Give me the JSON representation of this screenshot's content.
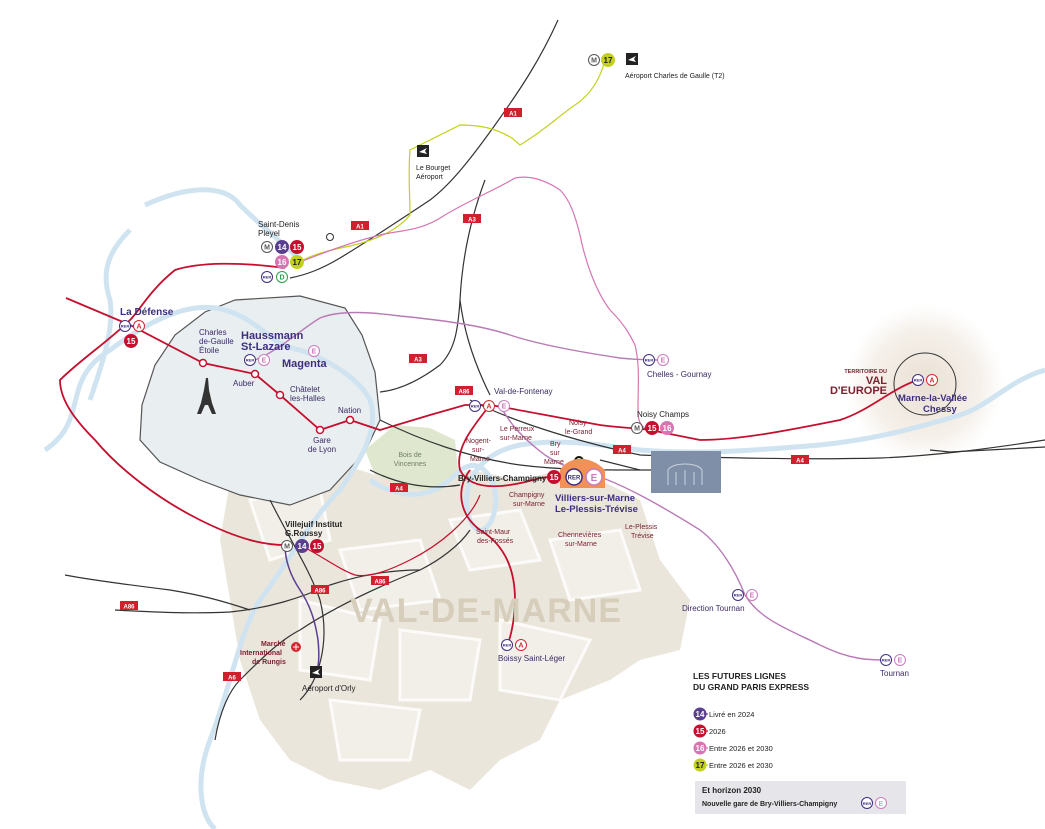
{
  "colors": {
    "line14": "#5a3f8f",
    "line15": "#c4102e",
    "line16": "#d775b3",
    "line17": "#c3d11e",
    "rerA": "#d5262f",
    "rerE": "#cc7bbd",
    "rerD": "#2f9e4b",
    "paris_fill": "#e8ecef",
    "valdemarne_fill": "#ebe6dc",
    "road": "#333333",
    "river": "#cfe4f0",
    "highway_badge": "#d01f2d",
    "station_orange": "#f29157"
  },
  "labels": {
    "la_defense": "La Défense",
    "haussmann": "Haussmann",
    "st_lazare": "St-Lazare",
    "magenta": "Magenta",
    "charles_de_gaulle_etoile_1": "Charles",
    "charles_de_gaulle_etoile_2": "de-Gaulle",
    "charles_de_gaulle_etoile_3": "Étoile",
    "auber": "Auber",
    "chatelet_1": "Châtelet",
    "chatelet_2": "les-Halles",
    "gare_de_lyon_1": "Gare",
    "gare_de_lyon_2": "de Lyon",
    "nation": "Nation",
    "saint_denis_1": "Saint-Denis",
    "saint_denis_2": "Pleyel",
    "le_bourget_1": "Le Bourget",
    "le_bourget_2": "Aéroport",
    "cdg": "Aéroport Charles de Gaulle (T2)",
    "val_de_fontenay": "Val-de-Fontenay",
    "chelles": "Chelles - Gournay",
    "noisy_champs": "Noisy Champs",
    "noisy_le_grand_1": "Noisy",
    "noisy_le_grand_2": "le-Grand",
    "le_perreux_1": "Le Perreux",
    "le_perreux_2": "sur-Marne",
    "nogent_1": "Nogent-",
    "nogent_2": "sur-",
    "nogent_3": "Marne",
    "bry_1": "Bry",
    "bry_2": "sur",
    "bry_3": "Marne",
    "bry_villiers": "Bry-Villiers-Champigny",
    "villiers_1": "Villiers-sur-Marne",
    "villiers_2": "Le-Plessis-Trévise",
    "champigny_1": "Champigny",
    "champigny_2": "sur-Marne",
    "saint_maur_1": "Saint-Maur",
    "saint_maur_2": "des-Fossés",
    "chennevieres_1": "Chennevières",
    "chennevieres_2": "sur-Marne",
    "le_plessis_1": "Le-Plessis",
    "le_plessis_2": "Trévise",
    "bois_1": "Bois de",
    "bois_2": "Vincennes",
    "villejuif_1": "Villejuif Institut",
    "villejuif_2": "G.Roussy",
    "rungis_1": "Marché",
    "rungis_2": "International",
    "rungis_3": "de Rungis",
    "orly": "Aéroport d'Orly",
    "boissy": "Boissy Saint-Léger",
    "direction_tournan": "Direction Tournan",
    "tournan": "Tournan",
    "territoire": "TERRITOIRE DU",
    "val": "VAL",
    "deurope": "D'EUROPE",
    "marne_vallee_1": "Marne-la-Vallée",
    "marne_vallee_2": "Chessy",
    "val_de_marne": "VAL-DE-MARNE"
  },
  "roads": {
    "a1_top": "A1",
    "a1_mid": "A1",
    "a3_top": "A3",
    "a3_mid": "A3",
    "a86_east": "A86",
    "a86_sw1": "A86",
    "a86_sw2": "A86",
    "a86_w": "A86",
    "a4_mid": "A4",
    "a4_east": "A4",
    "a4_paris": "A4",
    "a6": "A6"
  },
  "badges": {
    "metro": "M",
    "rer": "RER",
    "rer_a": "A",
    "rer_e": "E",
    "rer_d": "D",
    "l14": "14",
    "l15": "15",
    "l16": "16",
    "l17": "17"
  },
  "legend": {
    "title_1": "LES FUTURES LIGNES",
    "title_2": "DU GRAND PARIS EXPRESS",
    "items": [
      {
        "line": "14",
        "text": "Livré en 2024"
      },
      {
        "line": "15",
        "text": "2026"
      },
      {
        "line": "16",
        "text": "Entre 2026 et 2030"
      },
      {
        "line": "17",
        "text": "Entre 2026 et 2030"
      }
    ],
    "horizon_title": "Et horizon 2030",
    "horizon_text": "Nouvelle gare de Bry-Villiers-Champigny"
  },
  "icons": [
    "airplane-icon",
    "eiffel-tower-icon",
    "market-icon",
    "station-building-icon"
  ]
}
